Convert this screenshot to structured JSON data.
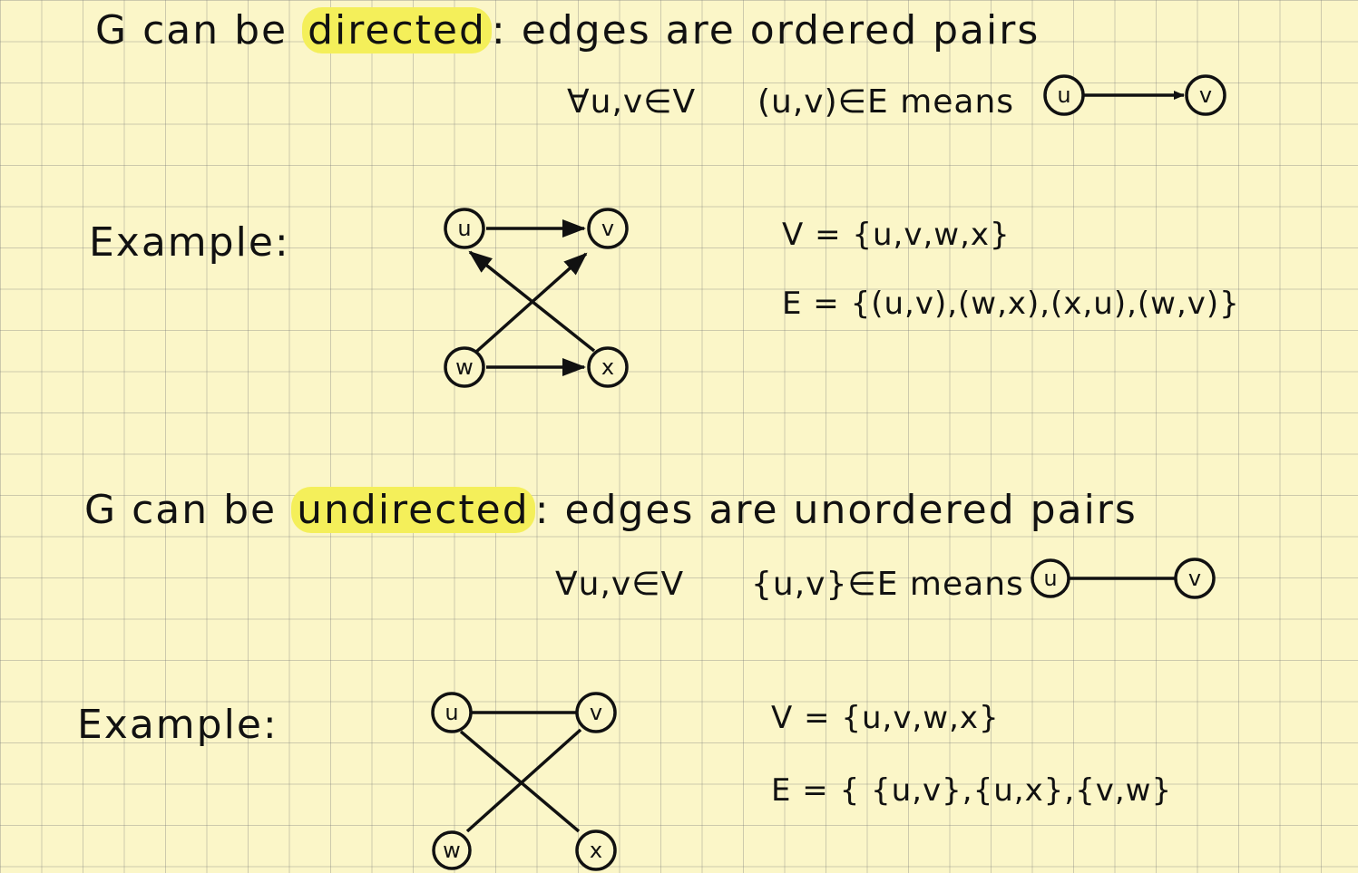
{
  "directed": {
    "prefix": "G can be",
    "highlight": "directed",
    "rest": ": edges are ordered pairs",
    "def_quant": "∀u,v∈V",
    "def_pair": "(u,v)∈E means",
    "mini_from": "u",
    "mini_to": "v",
    "example_label": "Example:",
    "nodes": {
      "u": "u",
      "v": "v",
      "w": "w",
      "x": "x"
    },
    "vertex_set": "V = {u,v,w,x}",
    "edge_set": "E = {(u,v),(w,x),(x,u),(w,v)}"
  },
  "undirected": {
    "prefix": "G can be",
    "highlight": "undirected",
    "rest": ": edges are unordered pairs",
    "def_quant": "∀u,v∈V",
    "def_pair": "{u,v}∈E means",
    "mini_from": "u",
    "mini_to": "v",
    "example_label": "Example:",
    "nodes": {
      "u": "u",
      "v": "v",
      "w": "w",
      "x": "x"
    },
    "vertex_set": "V = {u,v,w,x}",
    "edge_set": "E = { {u,v},{u,x},{v,w}"
  },
  "colors": {
    "highlight": "#f4ef5a",
    "paper": "#fbf6c8",
    "ink": "#111111"
  }
}
